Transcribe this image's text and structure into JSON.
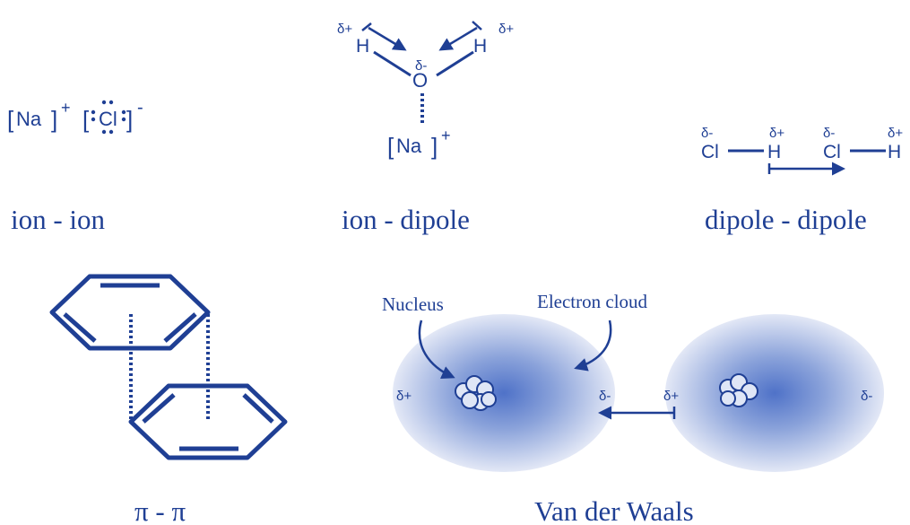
{
  "colors": {
    "ink": "#1f3f94",
    "label": "#1f3f94",
    "cloud_center": "#4f72c8",
    "cloud_edge": "#e3e8f6",
    "atom_fill": "#dfe6f6"
  },
  "ion_ion": {
    "na": "Na",
    "na_charge": "+",
    "cl": "Cl",
    "cl_charge": "-",
    "caption": "ion - ion"
  },
  "ion_dipole": {
    "h_left": "H",
    "h_right": "H",
    "o": "O",
    "delta_plus_left": "δ+",
    "delta_plus_right": "δ+",
    "delta_minus": "δ-",
    "na": "Na",
    "na_charge": "+",
    "caption": "ion - dipole"
  },
  "dipole_dipole": {
    "cl1": "Cl",
    "h1": "H",
    "cl2": "Cl",
    "h2": "H",
    "d_cl1": "δ-",
    "d_h1": "δ+",
    "d_cl2": "δ-",
    "d_h2": "δ+",
    "caption": "dipole - dipole"
  },
  "pi_pi": {
    "caption": "π - π"
  },
  "van_der_waals": {
    "nucleus_label": "Nucleus",
    "cloud_label": "Electron cloud",
    "left_delta_plus": "δ+",
    "left_delta_minus": "δ-",
    "right_delta_plus": "δ+",
    "right_delta_minus": "δ-",
    "caption": "Van der Waals"
  }
}
